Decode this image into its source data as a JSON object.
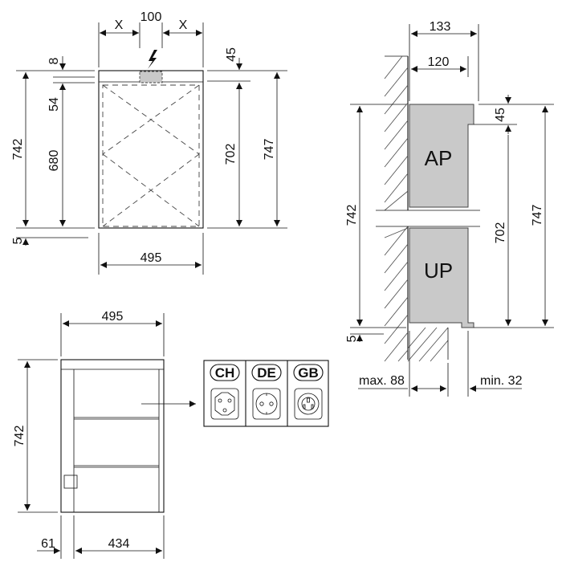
{
  "front_view": {
    "width": "495",
    "x_left": "X",
    "spacing": "100",
    "x_right": "X",
    "top_gap": "8",
    "socket_zone": "54",
    "inner_height": "680",
    "left_height": "742",
    "bottom_gap": "5",
    "right_inner": "702",
    "right_offset": "45",
    "right_total": "747"
  },
  "side_view": {
    "depth_outer": "133",
    "depth_inner": "120",
    "top_label": "AP",
    "bottom_label": "UP",
    "left_height": "742",
    "bottom_gap": "5",
    "top_offset": "45",
    "inner_height": "702",
    "total_height": "747",
    "max_left": "max. 88",
    "min_right": "min. 32"
  },
  "lower_view": {
    "width": "495",
    "height": "742",
    "offset": "61",
    "inner_width": "434"
  },
  "plugs": {
    "types": [
      "CH",
      "DE",
      "GB"
    ]
  }
}
